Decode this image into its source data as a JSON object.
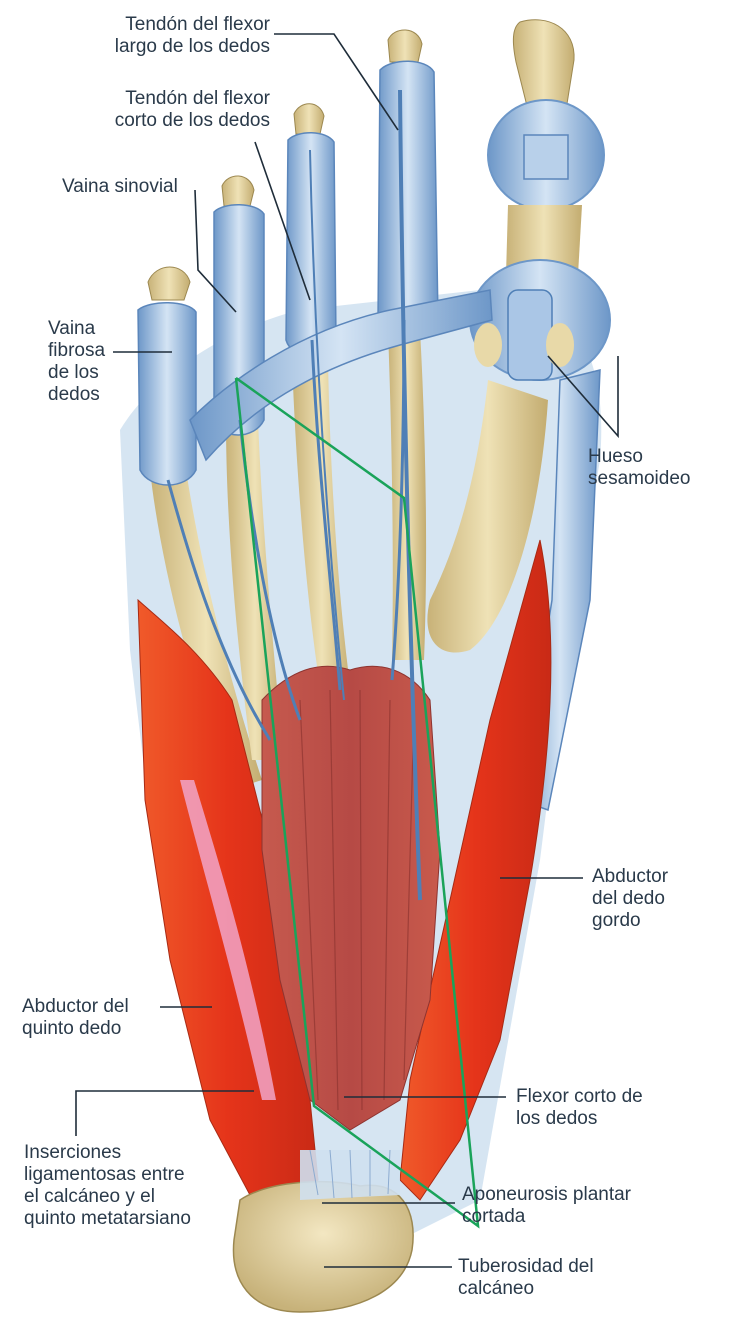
{
  "labels": {
    "flexor_largo": [
      "Tendón del flexor",
      "largo de los dedos"
    ],
    "flexor_corto_tendon": [
      "Tendón del flexor",
      "corto de los dedos"
    ],
    "vaina_sinovial": [
      "Vaina sinovial"
    ],
    "vaina_fibrosa": [
      "Vaina",
      "fibrosa",
      "de los",
      "dedos"
    ],
    "hueso_sesamoideo": [
      "Hueso",
      "sesamoideo"
    ],
    "abductor_dedo_gordo": [
      "Abductor",
      "del dedo",
      "gordo"
    ],
    "abductor_quinto": [
      "Abductor del",
      "quinto dedo"
    ],
    "flexor_corto_musculo": [
      "Flexor corto de",
      "los dedos"
    ],
    "inserciones": [
      "Inserciones",
      "ligamentosas entre",
      "el calcáneo y el",
      "quinto metatarsiano"
    ],
    "aponeurosis": [
      "Aponeurosis plantar",
      "cortada"
    ],
    "tuberosidad": [
      "Tuberosidad del",
      "calcáneo"
    ]
  },
  "colors": {
    "bone": "#e3d3a0",
    "bone_dark": "#b9a46a",
    "tendon": "#a9c6e6",
    "tendon_dark": "#4f7fb6",
    "muscle": "#e8431f",
    "muscle_inner": "#b95048",
    "aponeurosis_line": "#1aa35a",
    "leader": "#1f2d3a"
  }
}
